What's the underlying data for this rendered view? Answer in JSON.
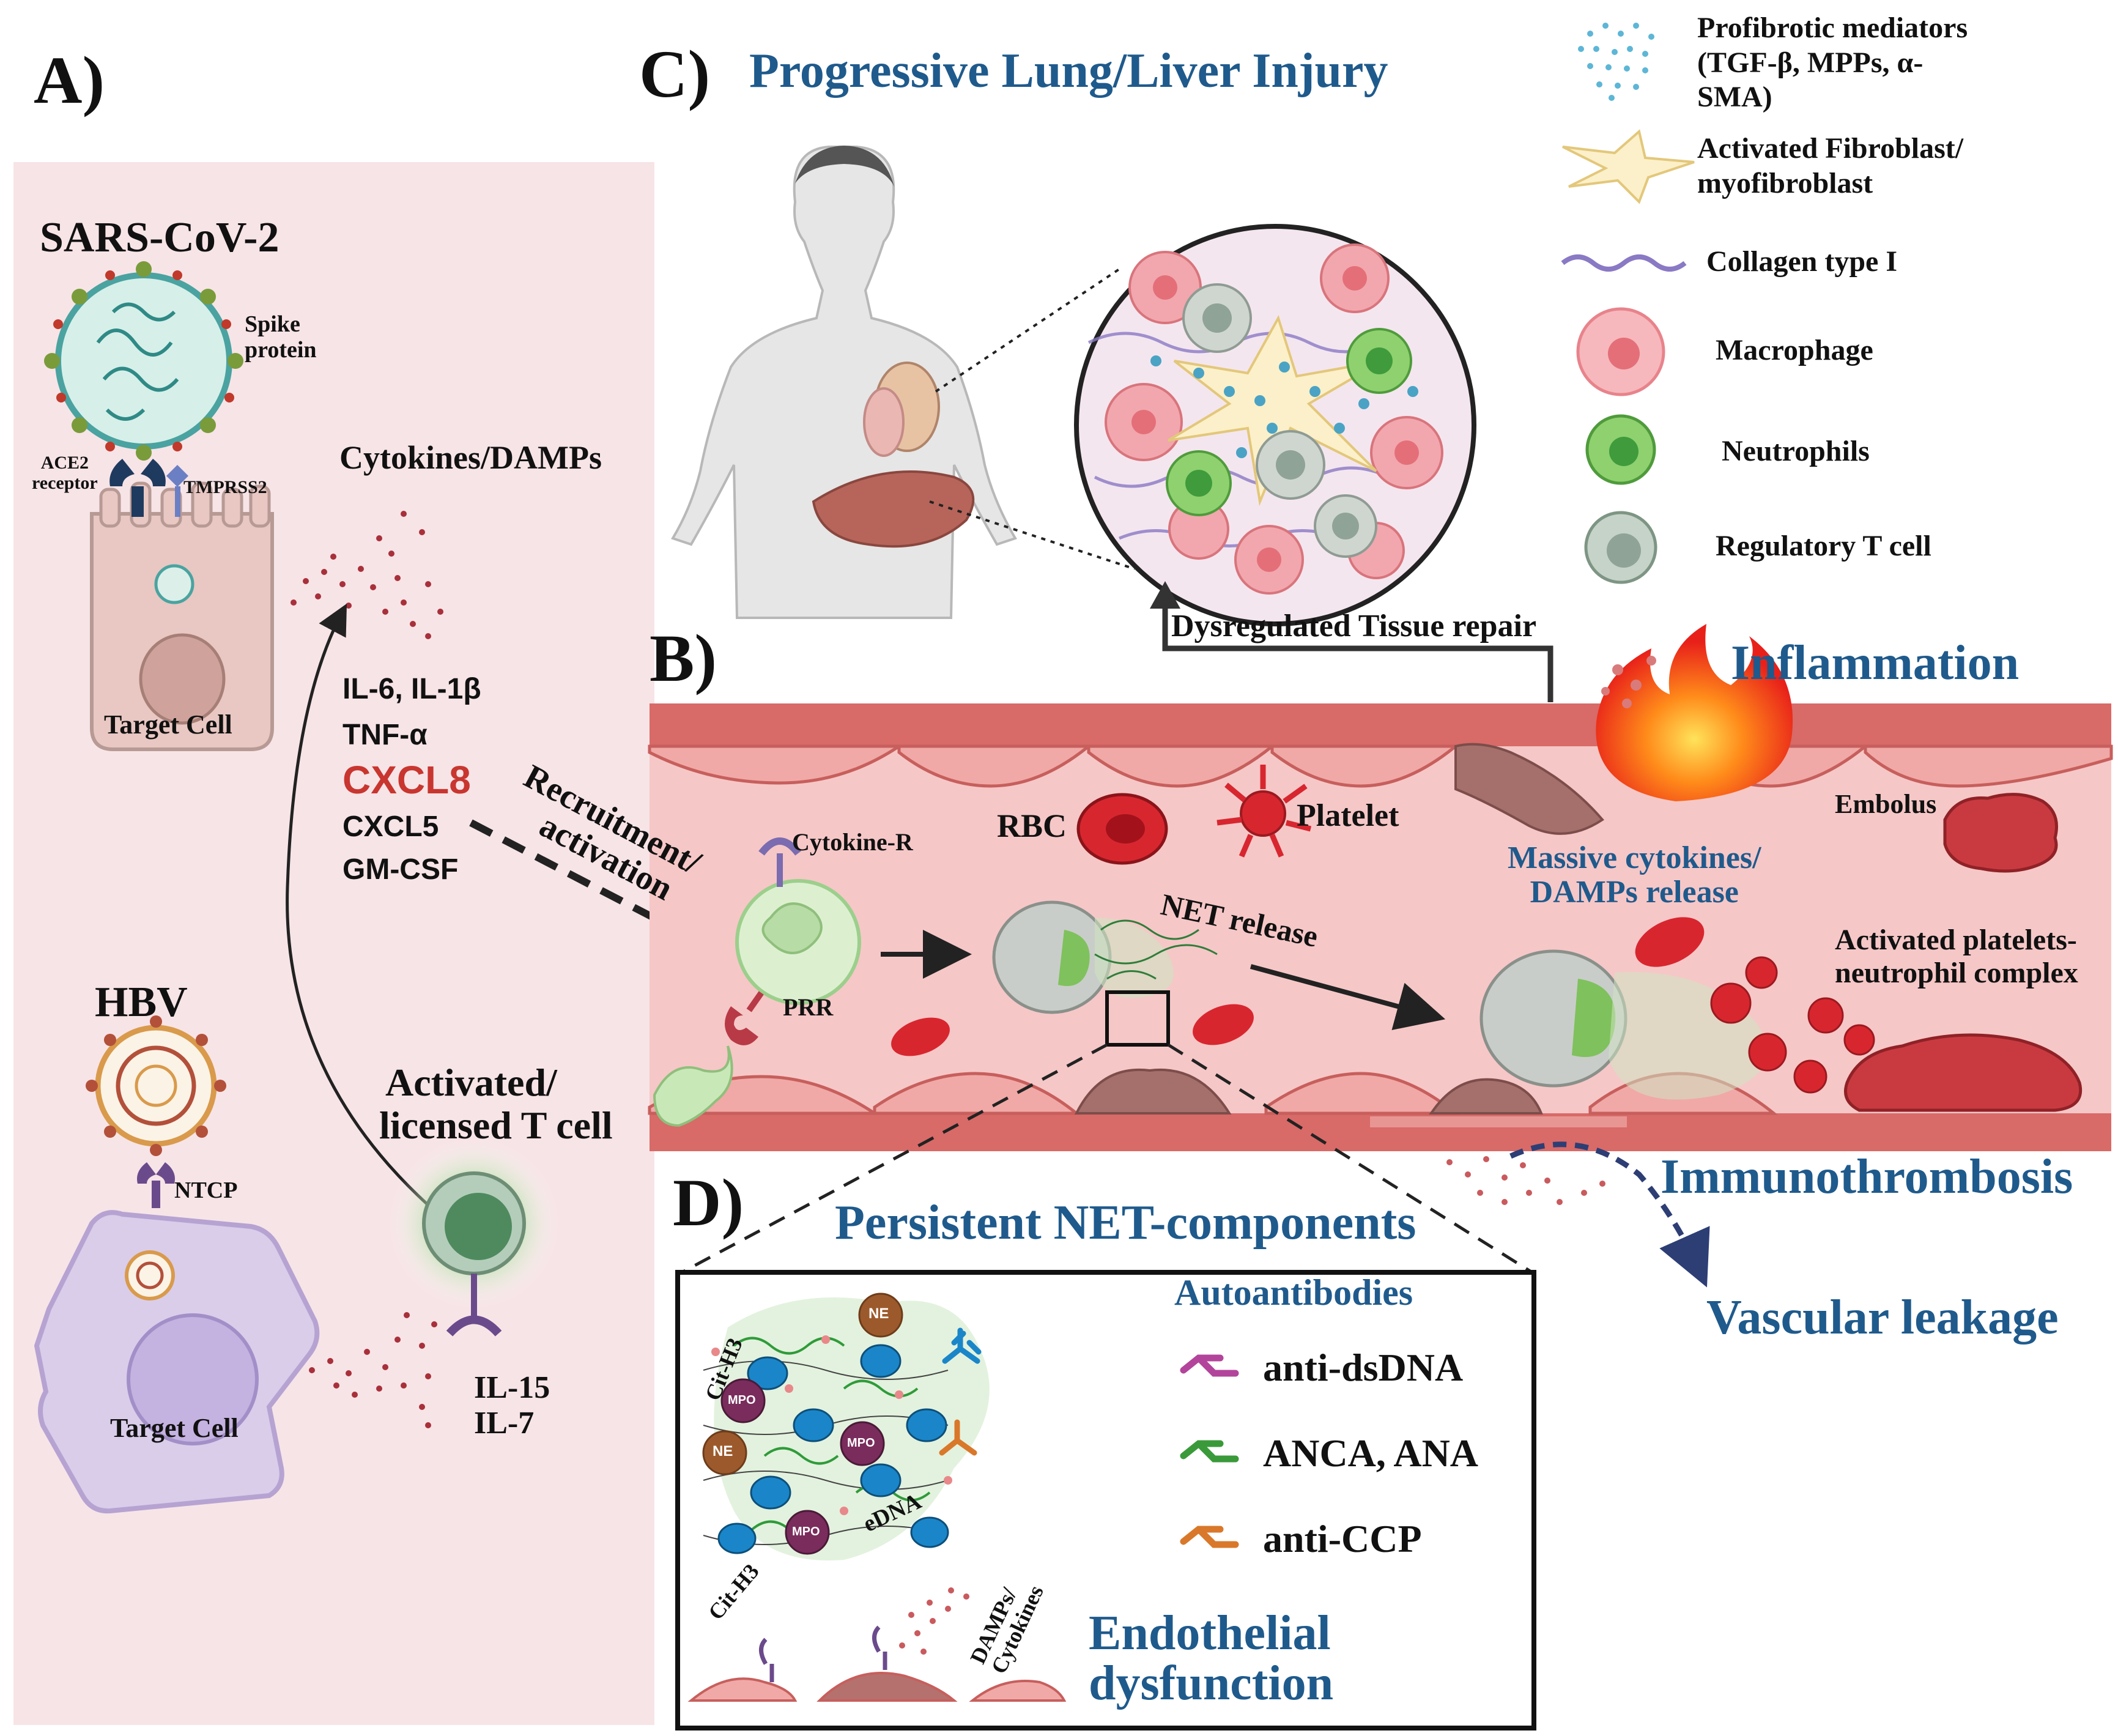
{
  "panels": {
    "a": {
      "letter": "A)"
    },
    "b": {
      "letter": "B)"
    },
    "c": {
      "letter": "C)",
      "title": "Progressive Lung/Liver Injury"
    },
    "d": {
      "letter": "D)",
      "title": "Persistent NET-components"
    }
  },
  "panel_a": {
    "sars_title": "SARS-CoV-2",
    "spike": [
      "Spike",
      "protein"
    ],
    "ace2": [
      "ACE2",
      "receptor"
    ],
    "tmprss2": "TMPRSS2",
    "target_cell_top": "Target Cell",
    "hbv_title": "HBV",
    "ntcp": "NTCP",
    "target_cell_bottom": "Target Cell",
    "cytokines_damps": "Cytokines/DAMPs",
    "cytokine_list": [
      "IL-6, IL-1β",
      "TNF-α",
      "CXCL8",
      "CXCL5",
      "GM-CSF"
    ],
    "activated_t": [
      "Activated/",
      "licensed T cell"
    ],
    "il_list": [
      "IL-15",
      "IL-7"
    ],
    "recruitment": [
      "Recruitment/",
      "activation"
    ]
  },
  "legend": [
    {
      "label": [
        "Profibrotic mediators",
        "(TGF-β, MPPs, α-",
        "SMA)"
      ],
      "icon": "dots-icon"
    },
    {
      "label": [
        "Activated Fibroblast/",
        "myofibroblast"
      ],
      "icon": "fibroblast-icon"
    },
    {
      "label": [
        "Collagen type I"
      ],
      "icon": "collagen-icon"
    },
    {
      "label": [
        "Macrophage"
      ],
      "icon": "macrophage-icon"
    },
    {
      "label": [
        "Neutrophils"
      ],
      "icon": "neutrophil-icon"
    },
    {
      "label": [
        "Regulatory T cell"
      ],
      "icon": "treg-icon"
    }
  ],
  "panel_b": {
    "dysregulated": "Dysregulated Tissue repair",
    "inflammation": "Inflammation",
    "cytokine_r": "Cytokine-R",
    "rbc": "RBC",
    "platelet": "Platelet",
    "embolus": "Embolus",
    "massive": [
      "Massive cytokines/",
      "DAMPs release"
    ],
    "net_release": "NET release",
    "prr": "PRR",
    "activated_platelets": [
      "Activated platelets-",
      "neutrophil complex"
    ],
    "immunothrombosis": "Immunothrombosis",
    "vascular_leakage": "Vascular leakage"
  },
  "panel_d": {
    "autoantibodies": "Autoantibodies",
    "antibodies": [
      {
        "label": "anti-dsDNA",
        "color": "#b3449b"
      },
      {
        "label": "ANCA, ANA",
        "color": "#3a9a3a"
      },
      {
        "label": "anti-CCP",
        "color": "#d9782a"
      }
    ],
    "cit_h3_top": "Cit-H3",
    "cit_h3_bottom": "Cit-H3",
    "ne": "NE",
    "mpo": "MPO",
    "edna": "eDNA",
    "damps_cytokines": [
      "DAMPs/",
      "Cytokines"
    ],
    "endothelial": [
      "Endothelial",
      "dysfunction"
    ]
  }
}
